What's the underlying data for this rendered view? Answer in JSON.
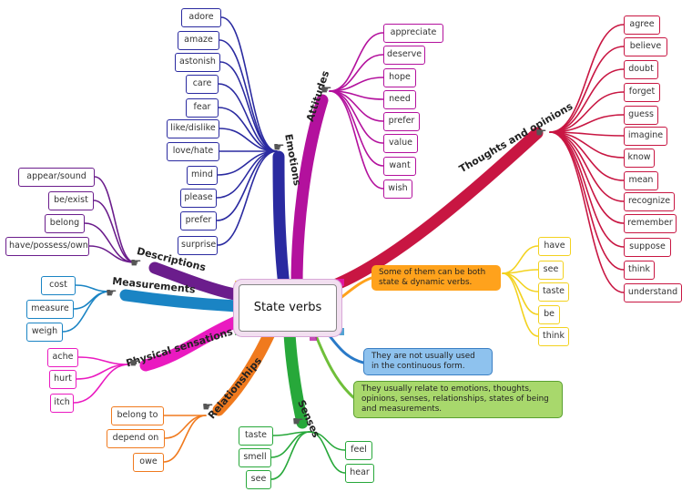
{
  "center": {
    "label": "State verbs"
  },
  "colors": {
    "emotions": "#2a2aa0",
    "attitudes": "#b3119d",
    "thoughts": "#c81642",
    "descriptions": "#6b1d8c",
    "measurements": "#1a84c4",
    "physical": "#ea1ac0",
    "relationships": "#f07a1e",
    "senses": "#27a83a",
    "note_orange": "#ffa21c",
    "note_blue": "#8ec2ee",
    "note_green": "#a8d86c",
    "have_branch": "#f3d21f"
  },
  "branches": {
    "emotions": {
      "label": "Emotions",
      "items": [
        "adore",
        "amaze",
        "astonish",
        "care",
        "fear",
        "like/dislike",
        "love/hate",
        "mind",
        "please",
        "prefer",
        "surprise"
      ]
    },
    "attitudes": {
      "label": "Attitudes",
      "items": [
        "appreciate",
        "deserve",
        "hope",
        "need",
        "prefer",
        "value",
        "want",
        "wish"
      ]
    },
    "thoughts": {
      "label": "Thoughts and opinions",
      "items": [
        "agree",
        "believe",
        "doubt",
        "forget",
        "guess",
        "imagine",
        "know",
        "mean",
        "recognize",
        "remember",
        "suppose",
        "think",
        "understand"
      ]
    },
    "descriptions": {
      "label": "Descriptions",
      "items": [
        "appear/sound",
        "be/exist",
        "belong",
        "have/possess/own"
      ]
    },
    "measurements": {
      "label": "Measurements",
      "items": [
        "cost",
        "measure",
        "weigh"
      ]
    },
    "physical": {
      "label": "Physical sensations",
      "items": [
        "ache",
        "hurt",
        "itch"
      ]
    },
    "relationships": {
      "label": "Relationships",
      "items": [
        "belong to",
        "depend on",
        "owe"
      ]
    },
    "senses": {
      "label": "Senses",
      "items": [
        "taste",
        "smell",
        "see",
        "feel",
        "hear"
      ]
    }
  },
  "notes": {
    "both": {
      "text": "Some of them can be both state & dynamic verbs.",
      "items": [
        "have",
        "see",
        "taste",
        "be",
        "think"
      ]
    },
    "continuous": {
      "text": "They are not usually used in the continuous form."
    },
    "relate": {
      "text": "They usually relate to emotions, thoughts, opinions, senses, relationships, states of being and measurements."
    }
  }
}
